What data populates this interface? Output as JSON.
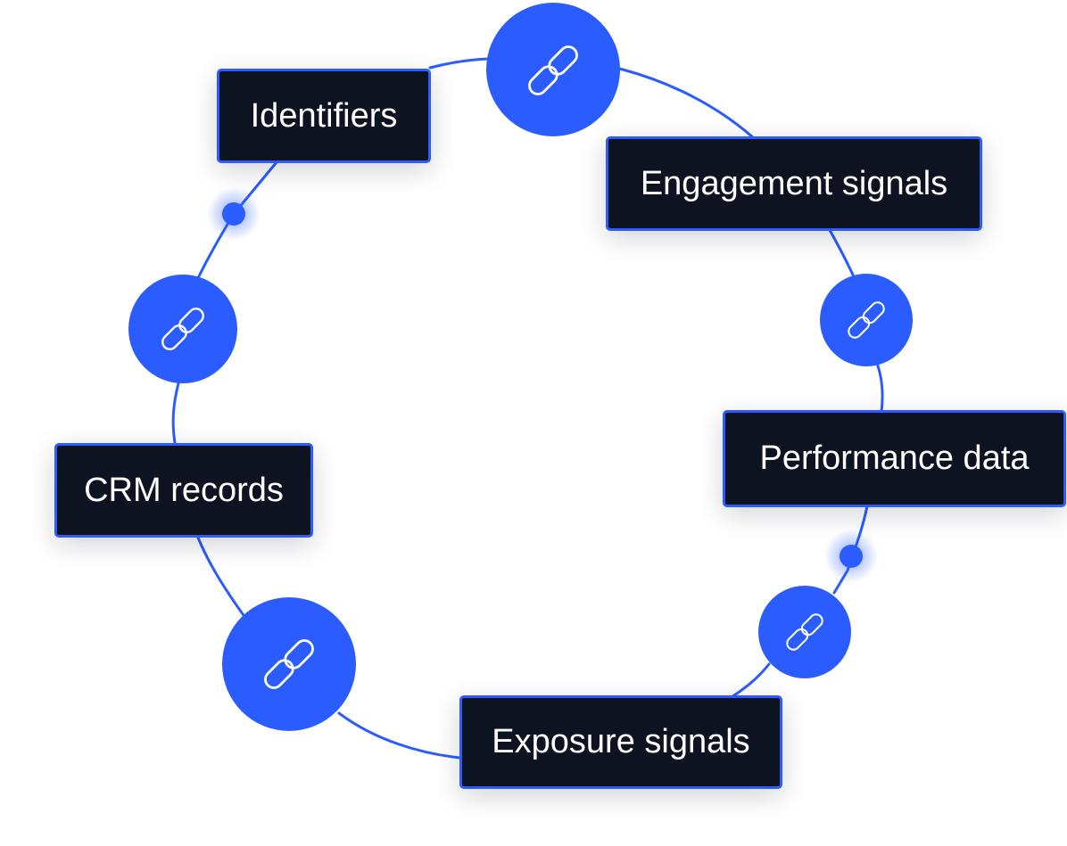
{
  "labels": {
    "identifiers": "Identifiers",
    "engagement": "Engagement signals",
    "performance": "Performance data",
    "crm": "CRM records",
    "exposure": "Exposure signals"
  },
  "colors": {
    "accent": "#2b5cff",
    "box_fill": "#0d1321",
    "text": "#ffffff"
  },
  "icons": [
    "link-icon",
    "link-icon",
    "link-icon",
    "link-icon",
    "link-icon"
  ]
}
